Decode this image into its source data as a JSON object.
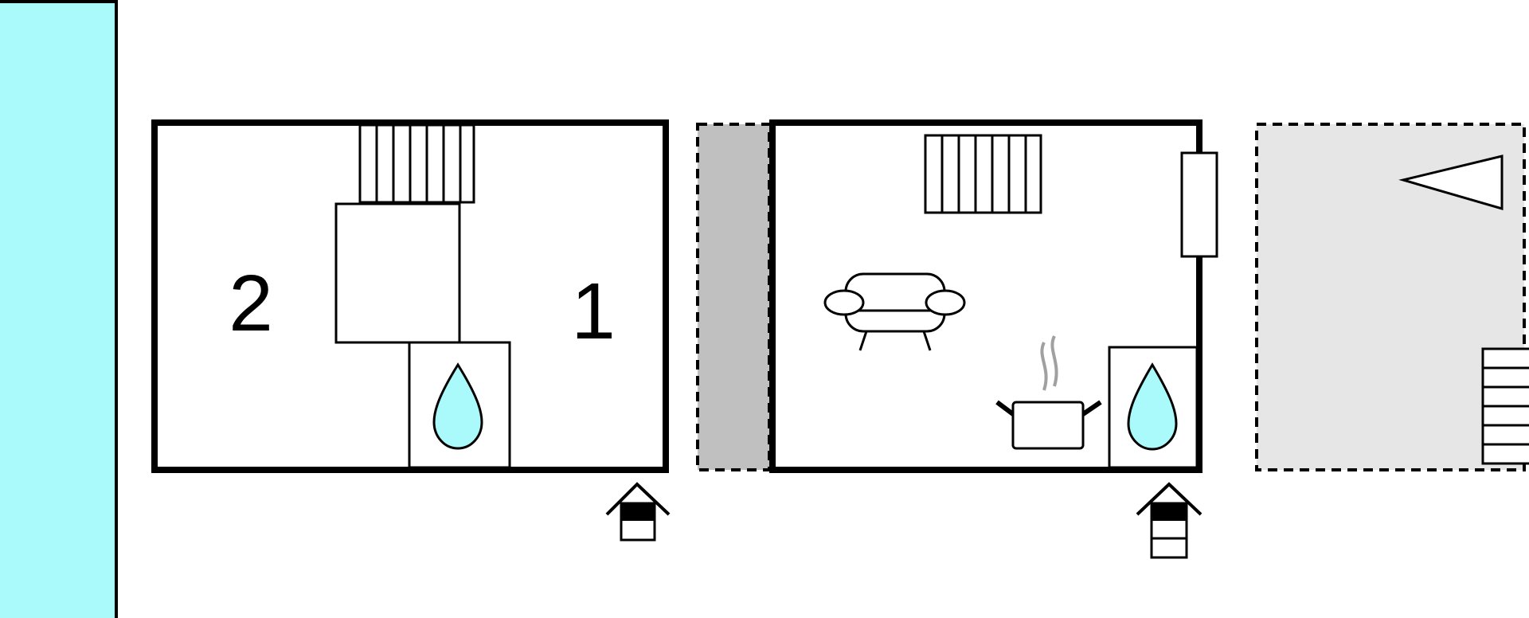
{
  "plan": {
    "rooms": [
      {
        "id": "bedroom-2",
        "label": "2"
      },
      {
        "id": "bedroom-1",
        "label": "1"
      }
    ],
    "colors": {
      "pool": "#aaf9fb",
      "water_drop": "#aaf9fb",
      "covered_terrace": "#c0c0c0",
      "open_terrace": "#e6e6e6",
      "wall": "#000000",
      "steam": "#a0a0a0"
    },
    "icons": [
      "pool",
      "stairs",
      "bathroom-water-drop",
      "entrance-arrow",
      "sofa",
      "cooking-pot",
      "radiator",
      "window",
      "triangle-marker",
      "steps"
    ]
  }
}
